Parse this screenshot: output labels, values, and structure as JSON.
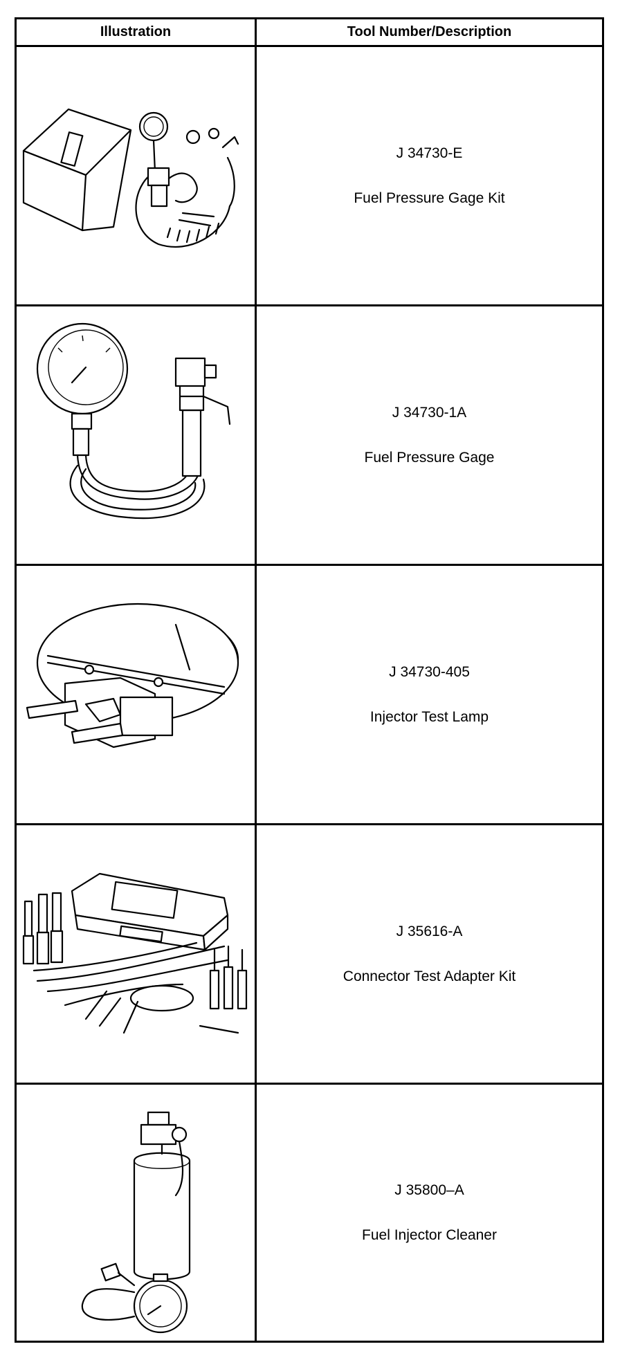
{
  "table": {
    "header_illustration": "Illustration",
    "header_tool": "Tool Number/Description",
    "rows": [
      {
        "tool_number": "J 34730-E",
        "description": "Fuel Pressure Gage Kit",
        "icon": "fuel-pressure-gage-kit-illustration"
      },
      {
        "tool_number": "J 34730-1A",
        "description": "Fuel Pressure Gage",
        "icon": "fuel-pressure-gage-illustration"
      },
      {
        "tool_number": "J 34730-405",
        "description": "Injector Test Lamp",
        "icon": "injector-test-lamp-illustration"
      },
      {
        "tool_number": "J 35616-A",
        "description": "Connector Test Adapter Kit",
        "icon": "connector-test-adapter-kit-illustration"
      },
      {
        "tool_number": "J 35800–A",
        "description": "Fuel Injector Cleaner",
        "icon": "fuel-injector-cleaner-illustration"
      }
    ]
  }
}
